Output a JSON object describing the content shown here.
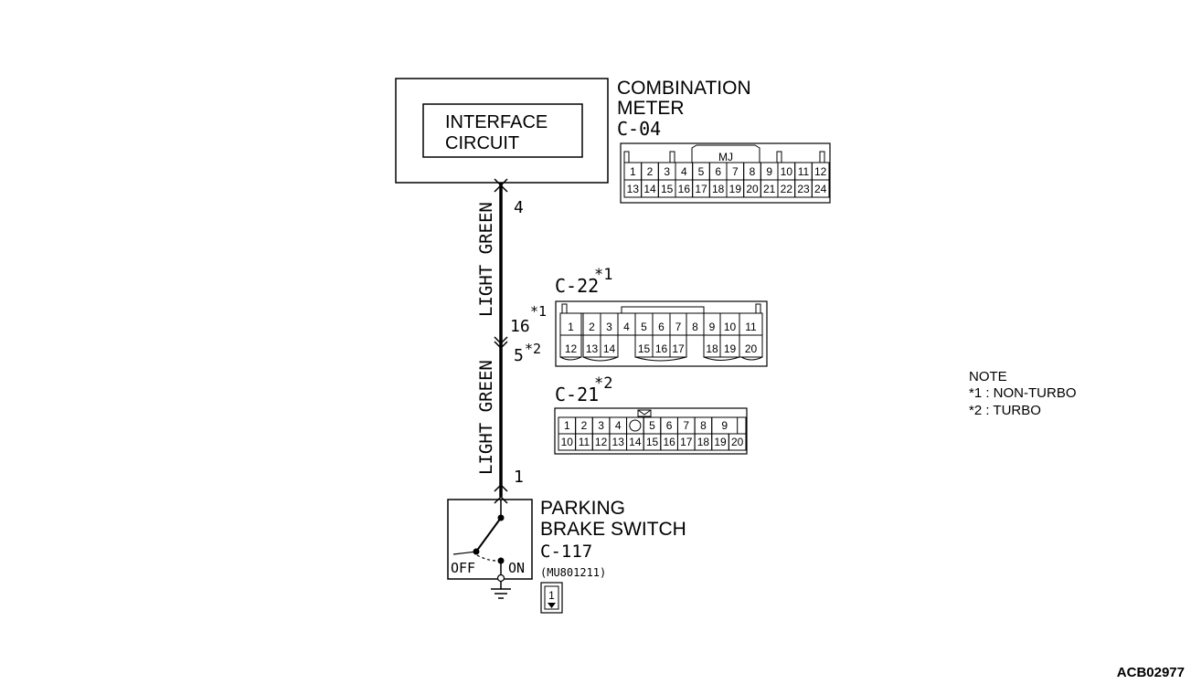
{
  "combination_meter": {
    "title_line1": "COMBINATION",
    "title_line2": "METER",
    "connector": "C-04",
    "interface_line1": "INTERFACE",
    "interface_line2": "CIRCUIT",
    "connector_tag": "MJ",
    "pins_top": [
      "1",
      "2",
      "3",
      "4",
      "5",
      "6",
      "7",
      "8",
      "9",
      "10",
      "11",
      "12"
    ],
    "pins_bottom": [
      "13",
      "14",
      "15",
      "16",
      "17",
      "18",
      "19",
      "20",
      "21",
      "22",
      "23",
      "24"
    ]
  },
  "wires": {
    "upper_color": "LIGHT GREEN",
    "lower_color": "LIGHT GREEN",
    "pin_meter": "4",
    "pin_c22": "16",
    "pin_c22_mark": "*1",
    "pin_c21": "5",
    "pin_c21_mark": "*2",
    "pin_switch": "1"
  },
  "c22": {
    "label": "C-22",
    "mark": "*1",
    "pins_top": [
      "1",
      "2",
      "3",
      "4",
      "5",
      "6",
      "7",
      "8",
      "9",
      "10",
      "11"
    ],
    "pins_bottom": [
      "12",
      "13",
      "14",
      "15",
      "16",
      "17",
      "18",
      "19",
      "20"
    ]
  },
  "c21": {
    "label": "C-21",
    "mark": "*2",
    "pins_top": [
      "1",
      "2",
      "3",
      "4",
      "5",
      "6",
      "7",
      "8",
      "9"
    ],
    "pins_bottom": [
      "10",
      "11",
      "12",
      "13",
      "14",
      "15",
      "16",
      "17",
      "18",
      "19",
      "20"
    ]
  },
  "parking_brake": {
    "title_line1": "PARKING",
    "title_line2": "BRAKE SWITCH",
    "connector": "C-117",
    "part_number": "(MU801211)",
    "off_label": "OFF",
    "on_label": "ON",
    "pin": "1"
  },
  "note": {
    "title": "NOTE",
    "line1": "*1 : NON-TURBO",
    "line2": "*2 : TURBO"
  },
  "figure_code": "ACB02977"
}
